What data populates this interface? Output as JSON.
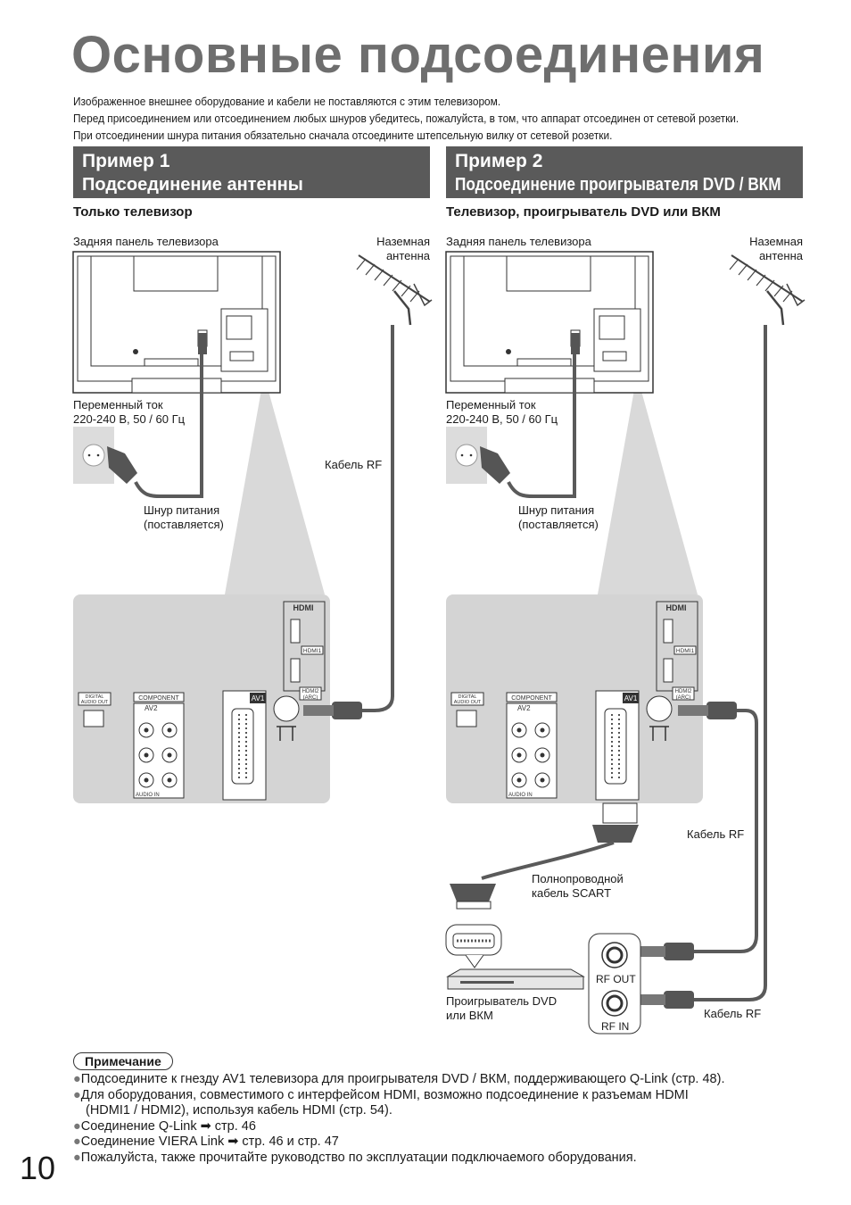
{
  "title": "Основные подсоединения",
  "intro": [
    "Изображенное внешнее оборудование и кабели не поставляются с этим телевизором.",
    "Перед присоединением или отсоединением любых шнуров убедитесь, пожалуйста, в том, что аппарат отсоединен от сетевой розетки.",
    "При отсоединении шнура питания обязательно сначала отсоедините штепсельную вилку от сетевой розетки."
  ],
  "example1": {
    "line1": "Пример 1",
    "line2": "Подсоединение антенны",
    "subtitle": "Только телевизор",
    "tv_rear": "Задняя панель телевизора",
    "antenna_1": "Наземная",
    "antenna_2": "антенна",
    "ac_1": "Переменный ток",
    "ac_2": "220-240 В, 50 / 60 Гц",
    "rf_cable": "Кабель RF",
    "power_cord_1": "Шнур питания",
    "power_cord_2": "(поставляется)"
  },
  "example2": {
    "line1": "Пример 2",
    "line2": "Подсоединение проигрывателя DVD / ВКМ",
    "subtitle": "Телевизор, проигрыватель DVD или ВКМ",
    "tv_rear": "Задняя панель телевизора",
    "antenna_1": "Наземная",
    "antenna_2": "антенна",
    "ac_1": "Переменный ток",
    "ac_2": "220-240 В, 50 / 60 Гц",
    "power_cord_1": "Шнур питания",
    "power_cord_2": "(поставляется)",
    "rf_cable_top": "Кабель RF",
    "scart_1": "Полнопроводной",
    "scart_2": "кабель SCART",
    "rf_out": "RF OUT",
    "rf_in": "RF IN",
    "dvd_1": "Проигрыватель DVD",
    "dvd_2": "или ВКМ",
    "rf_cable_bottom": "Кабель RF"
  },
  "panel_labels": {
    "hdmi": "HDMI",
    "hdmi1": "HDMI1",
    "hdmi2_1": "HDMI2",
    "hdmi2_2": "(ARC)",
    "digital_1": "DIGITAL",
    "digital_2": "AUDIO OUT",
    "component": "COMPONENT",
    "av2": "AV2",
    "av1": "AV1",
    "audio_in": "AUDIO IN"
  },
  "note": {
    "label": "Примечание",
    "items": [
      "Подсоедините к гнезду AV1 телевизора для проигрывателя DVD / ВКМ, поддерживающего Q-Link (стр. 48).",
      "Для оборудования, совместимого с интерфейсом HDMI, возможно подсоединение к разъемам HDMI",
      "(HDMI1 / HDMI2), используя кабель HDMI (стр. 54).",
      "Соединение Q-Link ➡ стр. 46",
      "Соединение VIERA Link ➡ стр. 46 и стр. 47",
      "Пожалуйста, также прочитайте руководство по эксплуатации подключаемого оборудования."
    ]
  },
  "page_number": "10",
  "colors": {
    "header_bg": "#5a5a5a",
    "title": "#6e6e6e",
    "panel": "#d4d4d4",
    "cable": "#5a5a5a"
  }
}
